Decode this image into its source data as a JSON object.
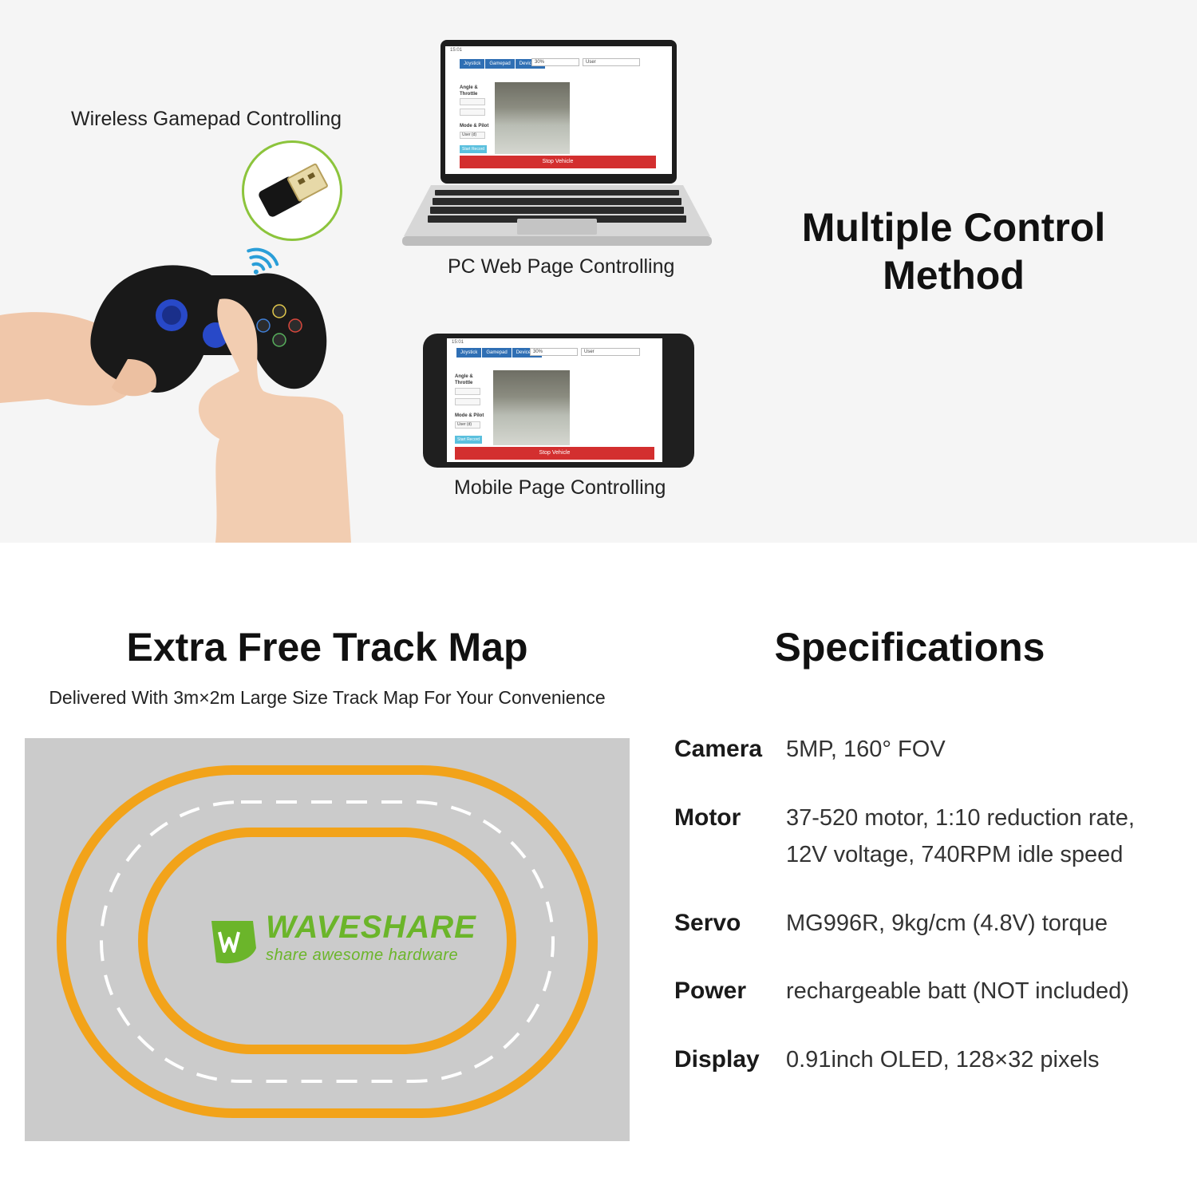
{
  "top": {
    "gamepad_caption": "Wireless Gamepad Controlling",
    "pc_caption": "PC Web Page Controlling",
    "mobile_caption": "Mobile Page Controlling",
    "headline_line1": "Multiple Control",
    "headline_line2": "Method"
  },
  "web_ui": {
    "status_time": "15:01",
    "tabs": [
      "Joystick",
      "Gamepad",
      "Device Tilt"
    ],
    "throttle_select": "30%",
    "mode_select": "User",
    "label_angle": "Angle &",
    "label_throttle": "Throttle",
    "label_mode": "Mode & Pilot",
    "mode_value": "User (d)",
    "start_record": "Start Record",
    "stop_vehicle": "Stop Vehicle"
  },
  "track": {
    "title": "Extra Free Track Map",
    "subtitle": "Delivered With 3m×2m Large Size Track Map For Your Convenience",
    "logo_brand": "WAVESHARE",
    "logo_tagline": "share awesome hardware",
    "colors": {
      "track": "#f2a31a",
      "map": "#cbcbcb",
      "logo": "#6bb52a"
    }
  },
  "specs": {
    "title": "Specifications",
    "rows": [
      {
        "key": "Camera",
        "value": "5MP, 160° FOV"
      },
      {
        "key": "Motor",
        "value": "37-520 motor, 1:10 reduction rate, 12V voltage, 740RPM idle speed"
      },
      {
        "key": "Servo",
        "value": "MG996R, 9kg/cm (4.8V) torque"
      },
      {
        "key": "Power",
        "value": "rechargeable batt (NOT included)"
      },
      {
        "key": "Display",
        "value": "0.91inch OLED, 128×32 pixels"
      }
    ]
  }
}
